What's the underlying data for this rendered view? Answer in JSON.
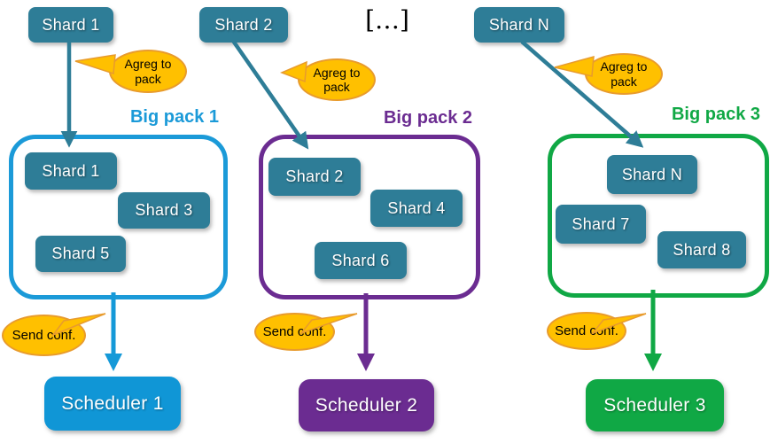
{
  "ellipsis_label": "[…]",
  "colors": {
    "shard_teal": "#2E7D97",
    "bubble_fill": "#FFC000",
    "bubble_border": "#E89B2D",
    "pack1_blue": "#1B9AD8",
    "scheduler1_blue": "#1096D6",
    "pack2_purple": "#6B2C91",
    "pack3_green": "#10A845"
  },
  "columns": [
    {
      "source_shard": "Shard 1",
      "agreg_label": "Agreg to pack",
      "pack_label": "Big pack 1",
      "shards": [
        "Shard 1",
        "Shard 3",
        "Shard 5"
      ],
      "send_label": "Send conf.",
      "scheduler_label": "Scheduler 1"
    },
    {
      "source_shard": "Shard 2",
      "agreg_label": "Agreg to pack",
      "pack_label": "Big pack 2",
      "shards": [
        "Shard 2",
        "Shard 4",
        "Shard 6"
      ],
      "send_label": "Send conf.",
      "scheduler_label": "Scheduler 2"
    },
    {
      "source_shard": "Shard N",
      "agreg_label": "Agreg to pack",
      "pack_label": "Big pack 3",
      "shards": [
        "Shard N",
        "Shard 7",
        "Shard 8"
      ],
      "send_label": "Send conf.",
      "scheduler_label": "Scheduler 3"
    }
  ]
}
